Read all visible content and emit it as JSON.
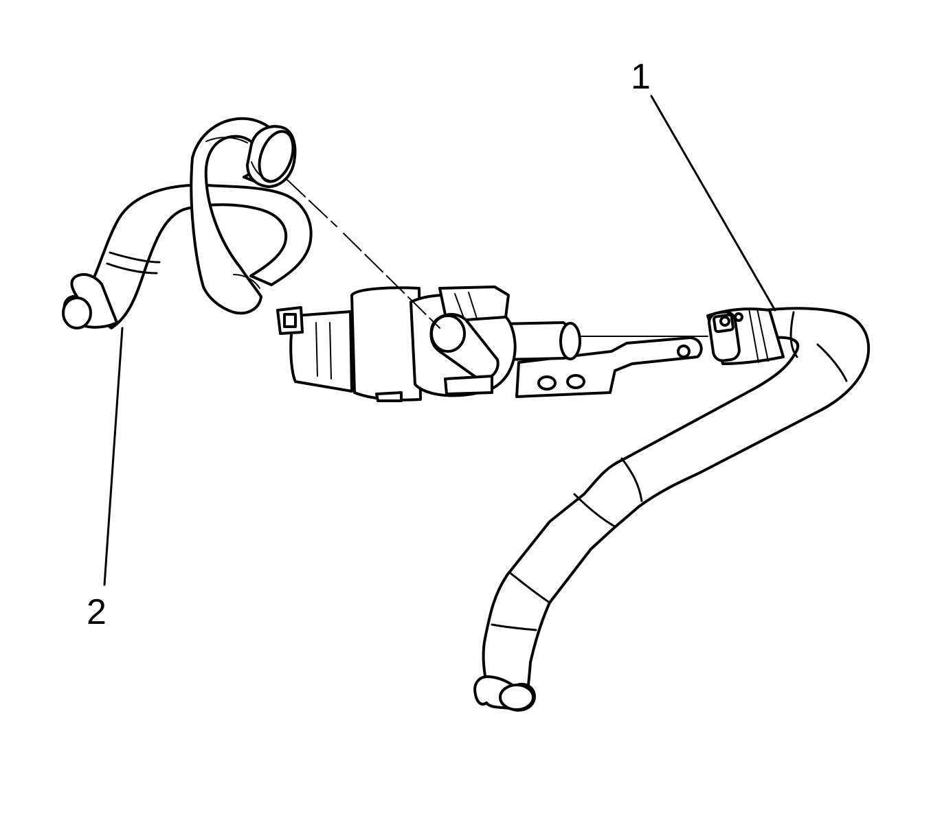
{
  "callouts": [
    {
      "id": "1",
      "label": "1"
    },
    {
      "id": "2",
      "label": "2"
    }
  ],
  "colors": {
    "line": "#000000",
    "background": "#ffffff"
  },
  "icons": [
    "heater-hose-icon",
    "auxiliary-coolant-pump-icon",
    "hose-clamp-icon",
    "mounting-bracket-icon"
  ]
}
